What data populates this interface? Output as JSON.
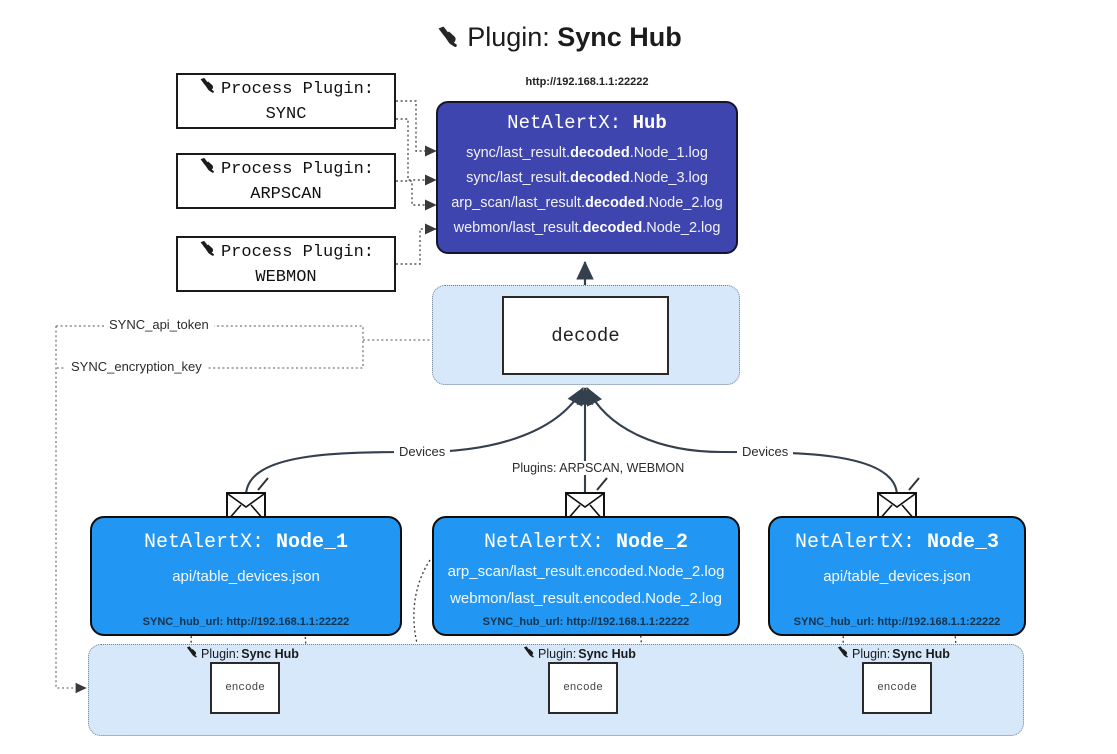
{
  "title": {
    "icon": "plug-icon",
    "prefix": "Plugin:",
    "name": "Sync Hub"
  },
  "process_plugins": [
    {
      "icon": "plug-icon",
      "line1": "Process Plugin:",
      "line2": "SYNC"
    },
    {
      "icon": "plug-icon",
      "line1": "Process Plugin:",
      "line2": "ARPSCAN"
    },
    {
      "icon": "plug-icon",
      "line1": "Process Plugin:",
      "line2": "WEBMON"
    }
  ],
  "hub": {
    "url": "http://192.168.1.1:22222",
    "title_prefix": "NetAlertX:",
    "title_name": "Hub",
    "logs": [
      {
        "pre": "sync/last_result.",
        "mid": "decoded",
        "post": ".Node_1.log"
      },
      {
        "pre": "sync/last_result.",
        "mid": "decoded",
        "post": ".Node_3.log"
      },
      {
        "pre": "arp_scan/last_result.",
        "mid": "decoded",
        "post": ".Node_2.log"
      },
      {
        "pre": "webmon/last_result.",
        "mid": "decoded",
        "post": ".Node_2.log"
      }
    ]
  },
  "decode": {
    "label": "decode"
  },
  "secrets": [
    {
      "label": "SYNC_api_token"
    },
    {
      "label": "SYNC_encryption_key"
    }
  ],
  "edge_labels": {
    "devices_left": "Devices",
    "devices_right": "Devices",
    "plugins_center": "Plugins: ARPSCAN, WEBMON"
  },
  "nodes": [
    {
      "title_prefix": "NetAlertX:",
      "title_name": "Node_1",
      "lines": [
        "api/table_devices.json"
      ],
      "hub_url": "SYNC_hub_url: http://192.168.1.1:22222",
      "envelope_icon": "envelope-icon"
    },
    {
      "title_prefix": "NetAlertX:",
      "title_name": "Node_2",
      "lines": [
        "arp_scan/last_result.encoded.Node_2.log",
        "webmon/last_result.encoded.Node_2.log"
      ],
      "hub_url": "SYNC_hub_url: http://192.168.1.1:22222",
      "envelope_icon": "envelope-icon"
    },
    {
      "title_prefix": "NetAlertX:",
      "title_name": "Node_3",
      "lines": [
        "api/table_devices.json"
      ],
      "hub_url": "SYNC_hub_url: http://192.168.1.1:22222",
      "envelope_icon": "envelope-icon"
    }
  ],
  "encoders": [
    {
      "plugin_prefix": "Plugin:",
      "plugin_name": "Sync Hub",
      "label": "encode",
      "icon": "plug-icon"
    },
    {
      "plugin_prefix": "Plugin:",
      "plugin_name": "Sync Hub",
      "label": "encode",
      "icon": "plug-icon"
    },
    {
      "plugin_prefix": "Plugin:",
      "plugin_name": "Sync Hub",
      "label": "encode",
      "icon": "plug-icon"
    }
  ],
  "colors": {
    "hub_fill": "#3f45ae",
    "node_fill": "#2196f3",
    "cluster_fill": "#d6e8fa",
    "stroke": "#2a2a2a"
  }
}
